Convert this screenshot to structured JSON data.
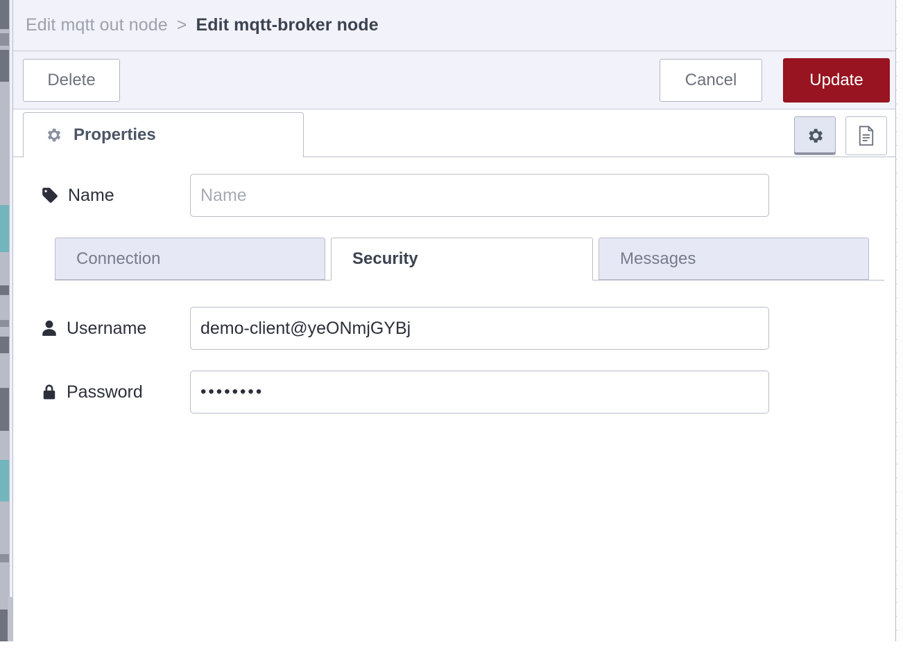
{
  "window": {
    "breadcrumb": {
      "previous": "Edit mqtt out node",
      "separator": ">",
      "current": "Edit mqtt-broker node"
    }
  },
  "toolbar": {
    "delete_label": "Delete",
    "cancel_label": "Cancel",
    "update_label": "Update",
    "update_color": "#971420"
  },
  "tabbar": {
    "properties_label": "Properties",
    "properties_icon": "gear-icon",
    "icon_buttons": [
      {
        "name": "gear-icon",
        "active": true
      },
      {
        "name": "document-icon",
        "active": false
      }
    ]
  },
  "form": {
    "name": {
      "label": "Name",
      "icon": "tag-icon",
      "value": "",
      "placeholder": "Name"
    },
    "inner_tabs": [
      {
        "label": "Connection",
        "active": false
      },
      {
        "label": "Security",
        "active": true
      },
      {
        "label": "Messages",
        "active": false
      }
    ],
    "username": {
      "label": "Username",
      "icon": "user-icon",
      "value": "demo-client@yeONmjGYBj",
      "placeholder": ""
    },
    "password": {
      "label": "Password",
      "icon": "lock-icon",
      "value": "••••••••",
      "placeholder": ""
    }
  }
}
